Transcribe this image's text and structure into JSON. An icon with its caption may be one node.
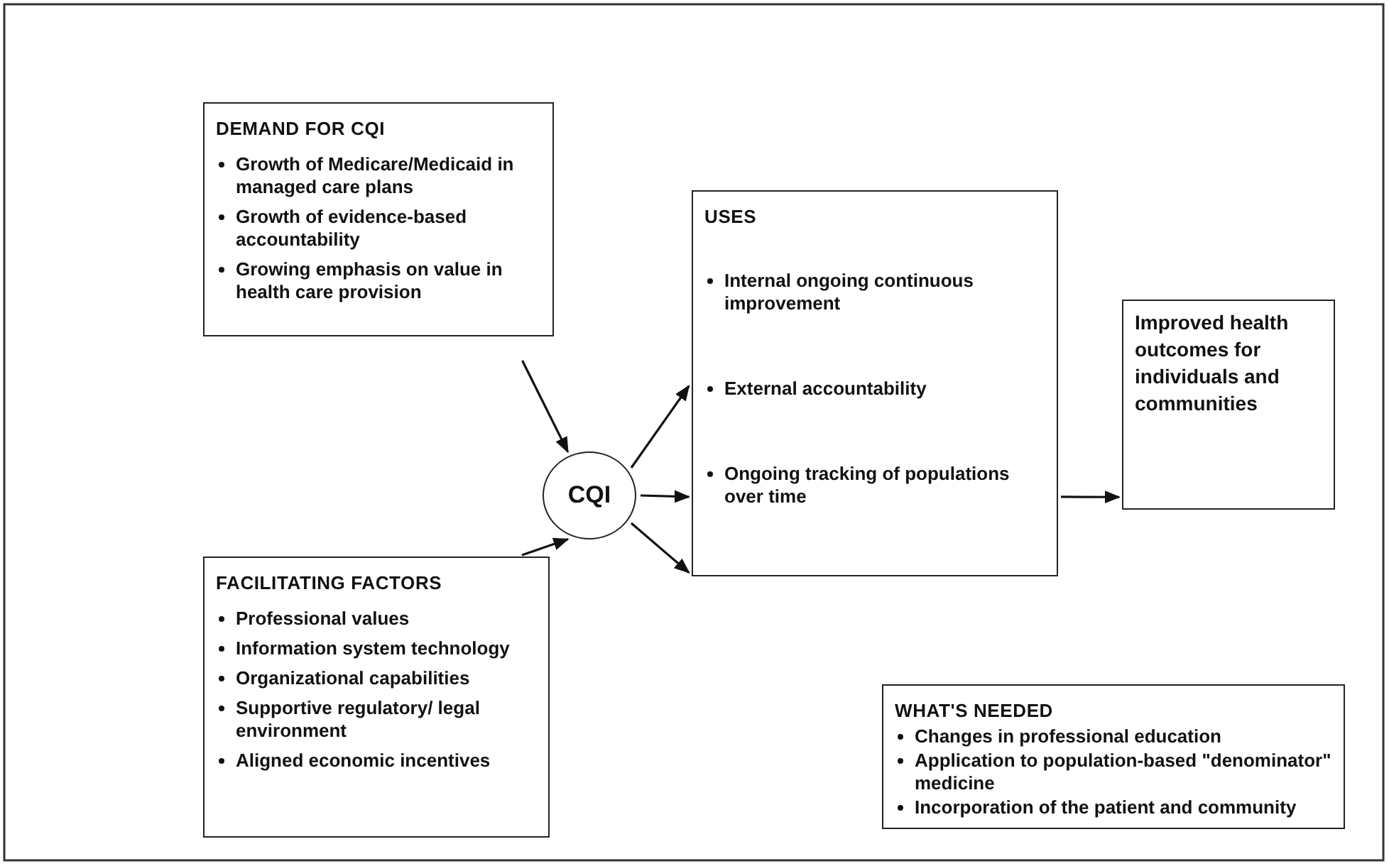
{
  "diagram": {
    "nodes": [
      {
        "text": [
          "DEMAND FOR CQI",
          "Growth of Medicare/Medicaid in managed care plans",
          "Growth of evidence-based accountability",
          "Growing emphasis on value in health care provision"
        ]
      },
      {
        "text": [
          "CQI"
        ]
      },
      {
        "text": [
          "USES",
          "Internal ongoing continuous improvement",
          "External accountability",
          "Ongoing tracking of populations over time"
        ]
      },
      {
        "text": [
          "Improved health outcomes for individuals and communities"
        ]
      },
      {
        "text": [
          "FACILITATING FACTORS",
          "Professional values",
          "Information system technology",
          "Organizational capabilities",
          "Supportive regulatory/ legal environment",
          "Aligned economic incentives"
        ]
      },
      {
        "text": [
          "WHAT'S NEEDED",
          "Changes in professional education",
          "Application to population-based \"denominator\" medicine",
          "Incorporation of the patient and community"
        ]
      }
    ],
    "edges": [
      {
        "from": 0,
        "to": 1,
        "arrow": "to"
      },
      {
        "from": 4,
        "to": 1,
        "arrow": "to"
      },
      {
        "from": 1,
        "to": 2,
        "arrow": "to"
      },
      {
        "from": 1,
        "to": 2,
        "arrow": "to"
      },
      {
        "from": 1,
        "to": 2,
        "arrow": "to"
      },
      {
        "from": 2,
        "to": 3,
        "arrow": "to"
      }
    ]
  }
}
